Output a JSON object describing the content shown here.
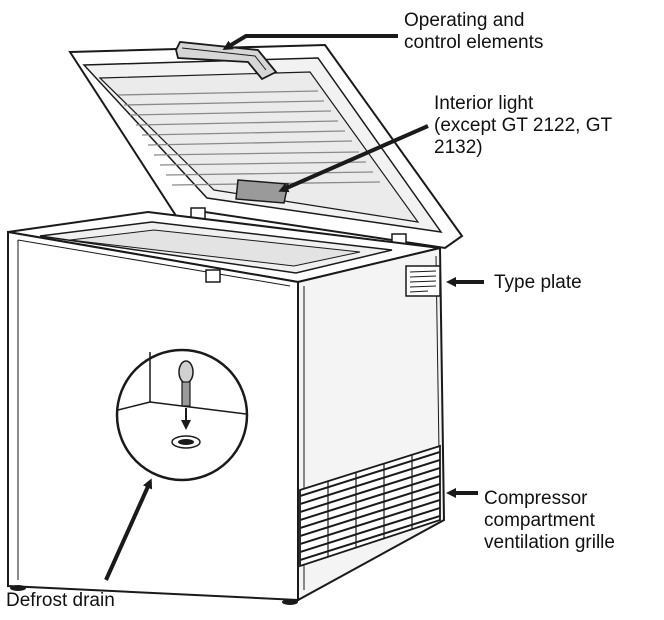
{
  "labels": {
    "operating": [
      "Operating and",
      "control elements"
    ],
    "interior_light": [
      "Interior light",
      "(except GT 2122, GT",
      "2132)"
    ],
    "type_plate": "Type plate",
    "grille": [
      "Compressor",
      "compartment",
      "ventilation grille"
    ],
    "defrost_drain": "Defrost drain"
  },
  "colors": {
    "line": "#1a1a1a",
    "body_fill": "#ffffff",
    "shade": "#e6e6e6",
    "dark_shade": "#bdbdbd"
  }
}
